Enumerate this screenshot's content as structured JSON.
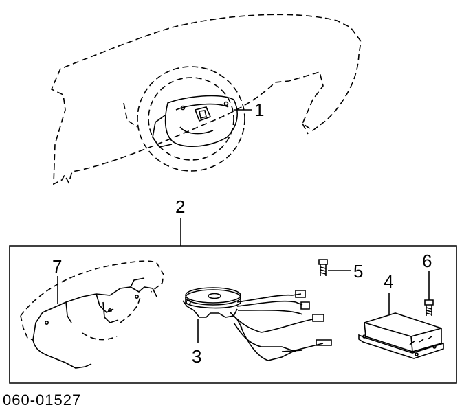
{
  "callouts": {
    "airbag_module": "1",
    "airbag_kit": "2",
    "spiral_cable": "3",
    "center_sensor": "4",
    "bolt_5": "5",
    "bolt_6": "6",
    "wire_harness": "7"
  },
  "diagram_code": "060-01527",
  "line_color": "#000000",
  "background_color": "#ffffff"
}
